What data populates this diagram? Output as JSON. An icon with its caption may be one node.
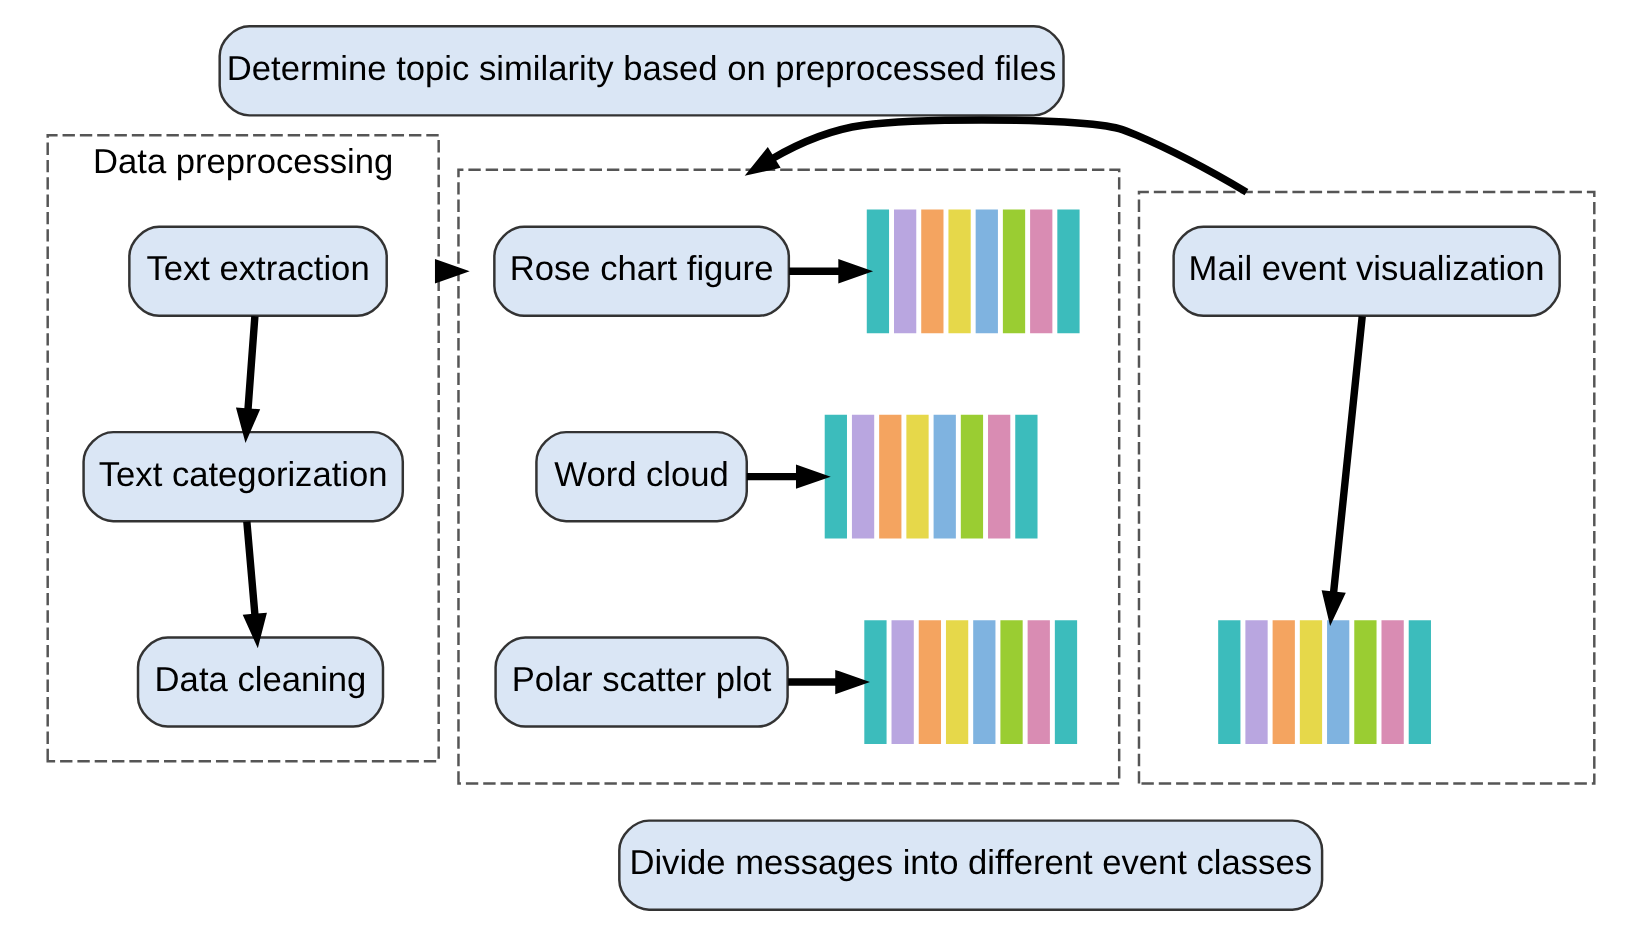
{
  "diagram": {
    "nodes": [
      {
        "text": [
          "Determine topic similarity based on preprocessed files"
        ]
      },
      {
        "text": [
          "Data preprocessing"
        ]
      },
      {
        "text": [
          "Text extraction"
        ],
        "in": 1
      },
      {
        "text": [
          "Text categorization"
        ],
        "in": 1
      },
      {
        "text": [
          "Data cleaning"
        ],
        "in": 1
      },
      {
        "text": [],
        "shape": "box"
      },
      {
        "text": [
          "Rose chart figure"
        ],
        "in": 5
      },
      {
        "text": [],
        "shape": "picture",
        "in": 5
      },
      {
        "text": [
          "Word cloud"
        ],
        "in": 5
      },
      {
        "text": [],
        "shape": "picture",
        "in": 5
      },
      {
        "text": [
          "Polar scatter plot"
        ],
        "in": 5
      },
      {
        "text": [],
        "shape": "picture",
        "in": 5
      },
      {
        "text": [],
        "shape": "box"
      },
      {
        "text": [
          "Mail event visualization"
        ],
        "in": 12
      },
      {
        "text": [],
        "shape": "picture",
        "in": 12
      },
      {
        "text": [
          "Divide messages into different event classes"
        ]
      }
    ],
    "edges": [
      {
        "from": 1,
        "to": 5,
        "arrow": "to"
      },
      {
        "from": 2,
        "to": 3,
        "arrow": "to"
      },
      {
        "from": 3,
        "to": 4,
        "arrow": "to"
      },
      {
        "from": 6,
        "to": 7,
        "arrow": "to"
      },
      {
        "from": 8,
        "to": 9,
        "arrow": "to"
      },
      {
        "from": 10,
        "to": 11,
        "arrow": "to"
      },
      {
        "from": 13,
        "to": 14,
        "arrow": "to"
      },
      {
        "from": 12,
        "to": 5,
        "arrow": "to"
      }
    ]
  }
}
